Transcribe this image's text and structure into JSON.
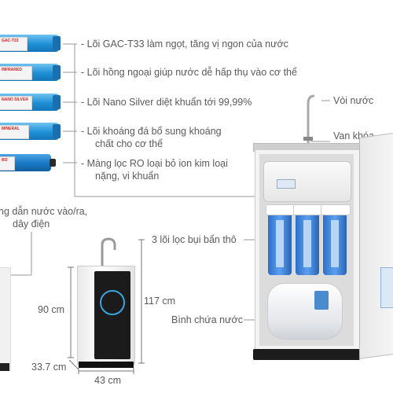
{
  "callouts": {
    "gac": "- Lõi GAC-T33 làm ngọt, tăng vị ngon của nước",
    "infrared": "- Lõi hồng ngoại giúp nước dễ hấp thụ vào cơ thể",
    "nano_silver": "- Lõi Nano Silver diệt khuẩn tới 99,99%",
    "mineral_line1": "- Lõi khoáng đá bổ sung khoáng",
    "mineral_line2": "chất cho cơ thể",
    "ro_line1": "- Màng lọc RO loại bỏ ion kim loại",
    "ro_line2": "nặng, vi khuẩn",
    "faucet": "Vòi nước",
    "valve": "Van khóa",
    "prefilters": "3 lõi lọc bụi bẩn thô",
    "tank": "Bình chứa nước",
    "pipes_line1": "ng dẫn nước vào/ra,",
    "pipes_line2": "dây điện"
  },
  "cartridge_tags": [
    "GAC-T33",
    "INFRARED",
    "NANO SILVER",
    "MINERAL",
    "RO"
  ],
  "dimensions": {
    "height_inner": "90 cm",
    "height_total": "117 cm",
    "depth": "33.7 cm",
    "width": "43 cm"
  },
  "colors": {
    "cartridge_blue": "#1e8fd6",
    "prefilter_blue": "#3b82dc",
    "line_gray": "#9a9a9a",
    "cabinet_white": "#f3f3f3",
    "panel_black": "#1b1b1b"
  }
}
